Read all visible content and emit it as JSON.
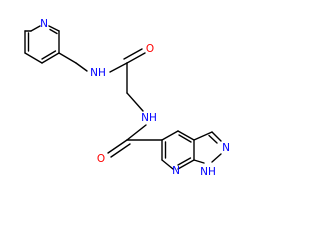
{
  "molecule": {
    "atoms": [
      {
        "id": "n_pyr",
        "symbol": "N",
        "color": "#0000ff"
      },
      {
        "id": "n_amide1",
        "symbol": "NH",
        "color": "#0000ff"
      },
      {
        "id": "o_carbonyl1",
        "symbol": "O",
        "color": "#ff0000"
      },
      {
        "id": "n_amide2",
        "symbol": "NH",
        "color": "#0000ff"
      },
      {
        "id": "o_carbonyl2",
        "symbol": "O",
        "color": "#ff0000"
      },
      {
        "id": "n_pyrazole2",
        "symbol": "N",
        "color": "#0000ff"
      },
      {
        "id": "n_pyrazole1",
        "symbol": "NH",
        "color": "#0000ff"
      },
      {
        "id": "n_pyridine7",
        "symbol": "N",
        "color": "#0000ff"
      }
    ]
  }
}
